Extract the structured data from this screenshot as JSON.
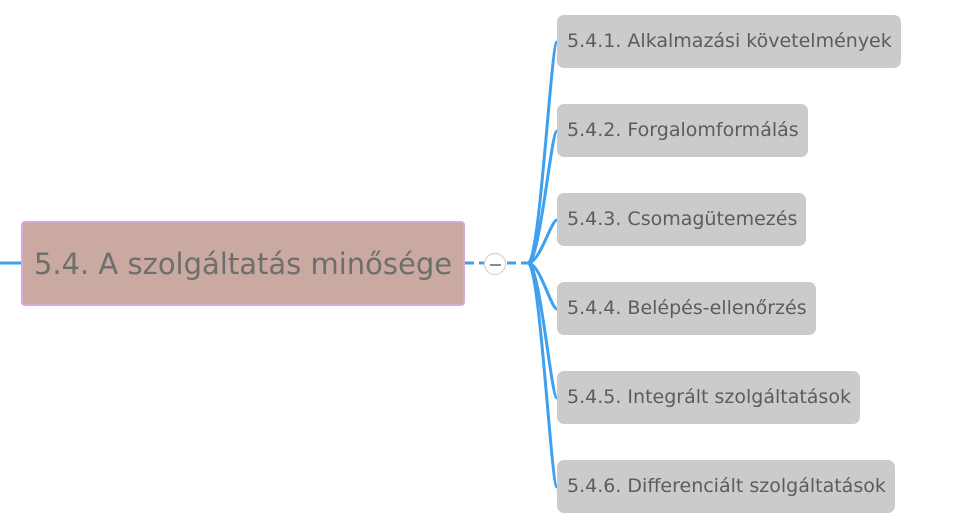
{
  "diagram": {
    "central_topic": "5.4. A szolgáltatás minősége",
    "children": [
      "5.4.1. Alkalmazási követelmények",
      "5.4.2. Forgalomformálás",
      "5.4.3. Csomagütemezés",
      "5.4.4. Belépés-ellenőrzés",
      "5.4.5. Integrált szolgáltatások",
      "5.4.6. Differenciált szolgáltatások"
    ],
    "colors": {
      "connector": "#3fa0ef",
      "central_fill": "#c9a9a0",
      "central_border": "#d9a9d8",
      "child_fill": "#cbcbcb",
      "text": "#6e6e6e"
    }
  }
}
